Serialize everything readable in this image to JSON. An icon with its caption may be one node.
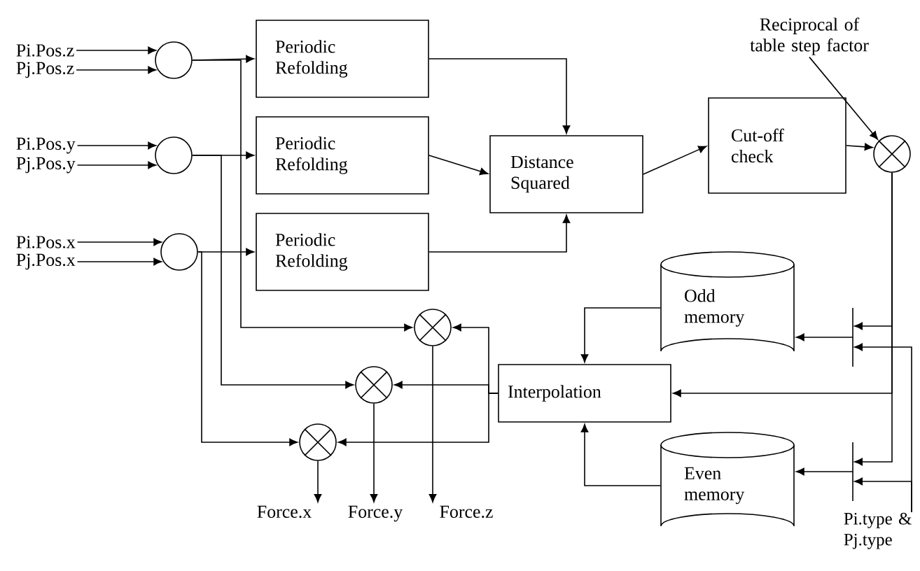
{
  "diagram": {
    "nodes": [
      {
        "text": [
          "Pi.Pos.z"
        ]
      },
      {
        "text": [
          "Pj.Pos.z"
        ]
      },
      {
        "text": [
          "Pi.Pos.y"
        ]
      },
      {
        "text": [
          "Pj.Pos.y"
        ]
      },
      {
        "text": [
          "Pi.Pos.x"
        ]
      },
      {
        "text": [
          "Pj.Pos.x"
        ]
      },
      {
        "text": [],
        "shape": "circle"
      },
      {
        "text": [],
        "shape": "circle"
      },
      {
        "text": [],
        "shape": "circle"
      },
      {
        "text": [
          "Periodic Refolding"
        ]
      },
      {
        "text": [
          "Periodic Refolding"
        ]
      },
      {
        "text": [
          "Periodic Refolding"
        ]
      },
      {
        "text": [
          "Distance Squared"
        ]
      },
      {
        "text": [
          "Cut-off check"
        ]
      },
      {
        "text": [],
        "shape": "multiplier"
      },
      {
        "text": [
          "Reciprocal of table step factor"
        ]
      },
      {
        "text": [
          "Odd memory"
        ]
      },
      {
        "text": [
          "Interpolation"
        ]
      },
      {
        "text": [
          "Even memory"
        ]
      },
      {
        "text": [],
        "shape": "multiplier"
      },
      {
        "text": [],
        "shape": "multiplier"
      },
      {
        "text": [],
        "shape": "multiplier"
      },
      {
        "text": [
          "Force.x"
        ]
      },
      {
        "text": [
          "Force.y"
        ]
      },
      {
        "text": [
          "Force.z"
        ]
      },
      {
        "text": [],
        "shape": "bar"
      },
      {
        "text": [],
        "shape": "bar"
      },
      {
        "text": [
          "Pi.type & Pj.type"
        ]
      }
    ],
    "edges": [
      {
        "from": 0,
        "to": 6,
        "arrow": "to"
      },
      {
        "from": 1,
        "to": 6,
        "arrow": "to"
      },
      {
        "from": 2,
        "to": 7,
        "arrow": "to"
      },
      {
        "from": 3,
        "to": 7,
        "arrow": "to"
      },
      {
        "from": 4,
        "to": 8,
        "arrow": "to"
      },
      {
        "from": 5,
        "to": 8,
        "arrow": "to"
      },
      {
        "from": 6,
        "to": 9,
        "arrow": "to"
      },
      {
        "from": 7,
        "to": 10,
        "arrow": "to"
      },
      {
        "from": 8,
        "to": 11,
        "arrow": "to"
      },
      {
        "from": 6,
        "to": 19,
        "arrow": "to"
      },
      {
        "from": 7,
        "to": 20,
        "arrow": "to"
      },
      {
        "from": 8,
        "to": 21,
        "arrow": "to"
      },
      {
        "from": 9,
        "to": 12,
        "arrow": "to"
      },
      {
        "from": 10,
        "to": 12,
        "arrow": "to"
      },
      {
        "from": 11,
        "to": 12,
        "arrow": "to"
      },
      {
        "from": 12,
        "to": 13,
        "arrow": "to"
      },
      {
        "from": 13,
        "to": 14,
        "arrow": "to"
      },
      {
        "from": 15,
        "to": 14,
        "arrow": "to"
      },
      {
        "from": 14,
        "to": 25,
        "arrow": "to"
      },
      {
        "from": 14,
        "to": 17,
        "arrow": "to"
      },
      {
        "from": 14,
        "to": 26,
        "arrow": "to"
      },
      {
        "from": 27,
        "to": 25,
        "arrow": "to"
      },
      {
        "from": 27,
        "to": 26,
        "arrow": "to"
      },
      {
        "from": 25,
        "to": 16,
        "arrow": "to"
      },
      {
        "from": 26,
        "to": 18,
        "arrow": "to"
      },
      {
        "from": 16,
        "to": 17,
        "arrow": "to"
      },
      {
        "from": 18,
        "to": 17,
        "arrow": "to"
      },
      {
        "from": 17,
        "to": 19,
        "arrow": "to"
      },
      {
        "from": 17,
        "to": 20,
        "arrow": "to"
      },
      {
        "from": 17,
        "to": 21,
        "arrow": "to"
      },
      {
        "from": 19,
        "to": 24,
        "arrow": "to"
      },
      {
        "from": 20,
        "to": 23,
        "arrow": "to"
      },
      {
        "from": 21,
        "to": 22,
        "arrow": "to"
      }
    ]
  }
}
